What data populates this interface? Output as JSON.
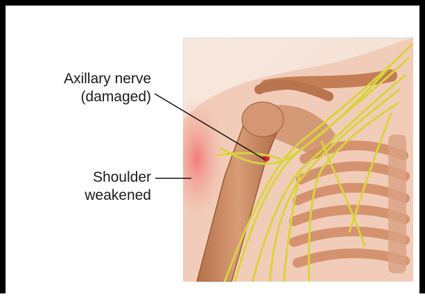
{
  "labels": {
    "axillary_nerve": {
      "line1": "Axillary nerve",
      "line2": "(damaged)"
    },
    "shoulder": {
      "line1": "Shoulder",
      "line2": "weakened"
    }
  },
  "colors": {
    "frame": "#000000",
    "nerve": "#d8d43a",
    "bone": "#c98a62",
    "muscle": "#e7b59c",
    "inflamed": "#f28c8c",
    "damage": "#d82626"
  }
}
